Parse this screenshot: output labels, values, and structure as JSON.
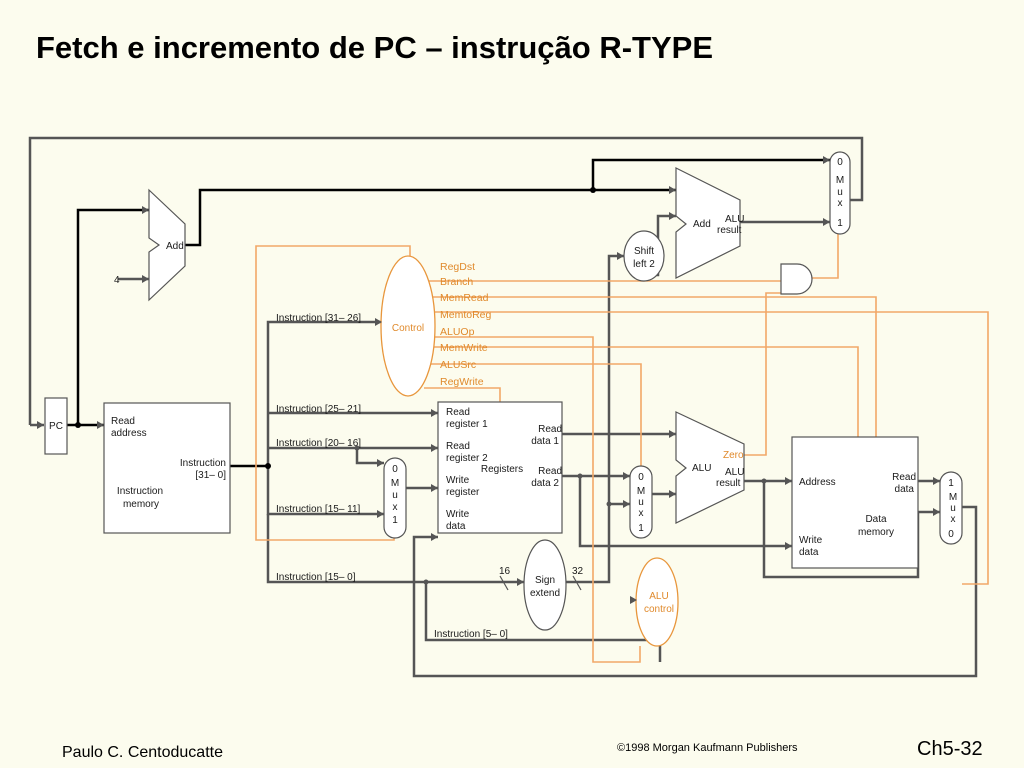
{
  "slide": {
    "title": "Fetch e incremento de PC – instrução R-TYPE",
    "author": "Paulo C. Centoducatte",
    "copyright": "©1998 Morgan Kaufmann Publishers",
    "slide_number": "Ch5-32"
  },
  "diagram": {
    "pc": "PC",
    "pc_adder": {
      "label": "Add",
      "constant": "4"
    },
    "instruction_memory": {
      "read_address": [
        "Read",
        "address"
      ],
      "instruction_out": [
        "Instruction",
        "[31– 0]"
      ],
      "name": [
        "Instruction",
        "memory"
      ]
    },
    "control": {
      "label": "Control",
      "signals": [
        "RegDst",
        "Branch",
        "MemRead",
        "MemtoReg",
        "ALUOp",
        "MemWrite",
        "ALUSrc",
        "RegWrite"
      ]
    },
    "instruction_fields": {
      "op": "Instruction [31– 26]",
      "rs": "Instruction [25– 21]",
      "rt": "Instruction [20– 16]",
      "rd": "Instruction [15– 11]",
      "imm": "Instruction [15– 0]",
      "funct": "Instruction [5– 0]"
    },
    "registers": {
      "read_reg1": [
        "Read",
        "register 1"
      ],
      "read_reg2": [
        "Read",
        "register 2"
      ],
      "write_reg": [
        "Write",
        "register"
      ],
      "write_data": [
        "Write",
        "data"
      ],
      "read_data1": [
        "Read",
        "data 1"
      ],
      "read_data2": [
        "Read",
        "data 2"
      ],
      "name": "Registers"
    },
    "mux_regdst": [
      "0",
      "M",
      "u",
      "x",
      "1"
    ],
    "mux_alusrc": [
      "0",
      "M",
      "u",
      "x",
      "1"
    ],
    "mux_pcsrc": [
      "0",
      "M",
      "u",
      "x",
      "1"
    ],
    "mux_memtoreg": [
      "1",
      "M",
      "u",
      "x",
      "0"
    ],
    "sign_extend": {
      "label": [
        "Sign",
        "extend"
      ],
      "in_bits": "16",
      "out_bits": "32"
    },
    "shift_left": [
      "Shift",
      "left 2"
    ],
    "branch_adder": {
      "label": "Add",
      "result": [
        "ALU",
        "result"
      ]
    },
    "main_alu": {
      "label": "ALU",
      "zero": "Zero",
      "result": [
        "ALU",
        "result"
      ]
    },
    "alu_control": [
      "ALU",
      "control"
    ],
    "data_memory": {
      "address": "Address",
      "read_data": [
        "Read",
        "data"
      ],
      "write_data": [
        "Write",
        "data"
      ],
      "name": [
        "Data",
        "memory"
      ]
    }
  }
}
